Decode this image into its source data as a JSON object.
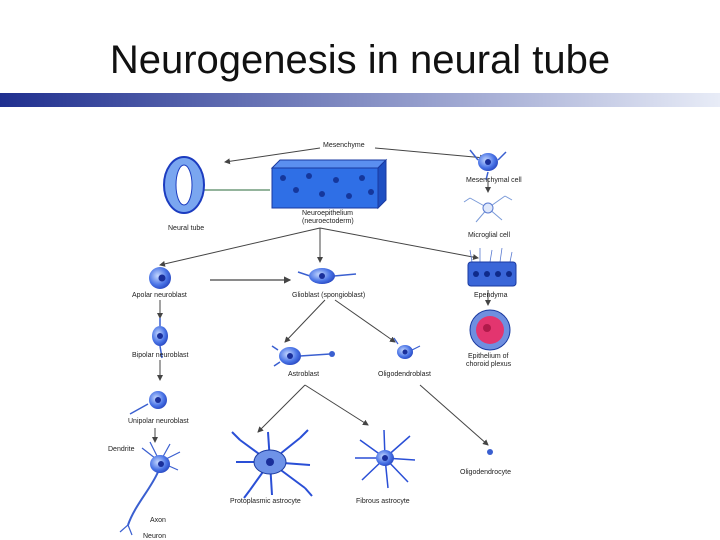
{
  "slide": {
    "title": "Neurogenesis in neural tube",
    "title_bar_colors": [
      "#1f2f8f",
      "#e8ecf7"
    ]
  },
  "labels": {
    "mesenchyme": "Mesenchyme",
    "mesenchymal_cell": "Mesenchymal cell",
    "neural_tube": "Neural tube",
    "neuroepithelium_1": "Neuroepithelium",
    "neuroepithelium_2": "(neuroectoderm)",
    "microglial_cell": "Microglial cell",
    "apolar_neuroblast": "Apolar neuroblast",
    "glioblast": "Glioblast (spongioblast)",
    "ependyma": "Ependyma",
    "bipolar_neuroblast": "Bipolar neuroblast",
    "astroblast": "Astroblast",
    "oligodendroblast": "Oligodendroblast",
    "choroid_1": "Epithelium of",
    "choroid_2": "choroid plexus",
    "unipolar_neuroblast": "Unipolar neuroblast",
    "dendrite": "Dendrite",
    "oligodendrocyte": "Oligodendrocyte",
    "protoplasmic_astrocyte": "Protoplasmic astrocyte",
    "fibrous_astrocyte": "Fibrous astrocyte",
    "axon": "Axon",
    "neuron": "Neuron"
  },
  "colors": {
    "cell_blue": "#2a4fd6",
    "cell_light": "#8fb2f2",
    "nucleus": "#1a2f9a",
    "choroid_pink": "#e3356f",
    "arrow": "#444444"
  }
}
